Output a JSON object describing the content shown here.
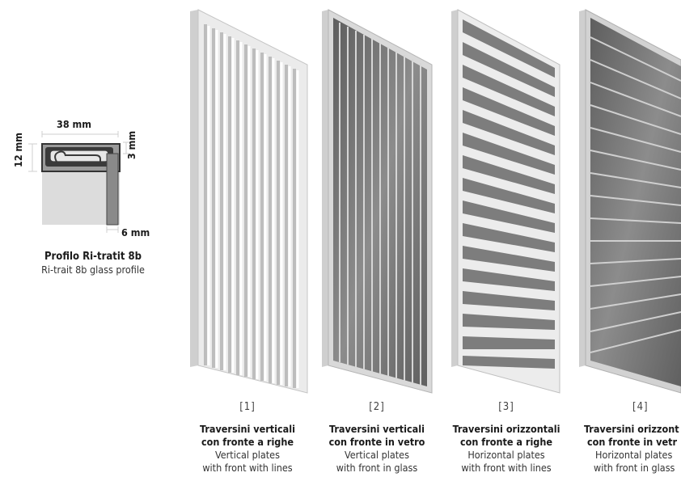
{
  "profile": {
    "width_label": "38 mm",
    "height_label": "12 mm",
    "depth_label": "3 mm",
    "glass_label": "6 mm",
    "title": "Profilo Ri-tratit 8b",
    "subtitle": "Ri-trait 8b glass profile"
  },
  "panels": [
    {
      "number": "[1]",
      "it_line1": "Traversini verticali",
      "it_line2": "con fronte a righe",
      "en_line1": "Vertical plates",
      "en_line2": "with front with lines",
      "style": "vertical-white"
    },
    {
      "number": "[2]",
      "it_line1": "Traversini verticali",
      "it_line2": "con fronte in vetro",
      "en_line1": "Vertical plates",
      "en_line2": "with front in glass",
      "style": "vertical-glass"
    },
    {
      "number": "[3]",
      "it_line1": "Traversini orizzontali",
      "it_line2": "con fronte a righe",
      "en_line1": "Horizontal plates",
      "en_line2": "with front with lines",
      "style": "horizontal-white"
    },
    {
      "number": "[4]",
      "it_line1": "Traversini orizzont",
      "it_line2": "con fronte in vetr",
      "en_line1": "Horizontal plates",
      "en_line2": "with front in glass",
      "style": "horizontal-glass"
    }
  ],
  "colors": {
    "frame_light": "#e4e4e4",
    "frame_edge": "#bdbdbd",
    "glass_dark": "#6e6e6e",
    "glass_mid": "#8a8a8a",
    "profile_dark": "#3a3a3a",
    "profile_fill": "#d9d9d9"
  }
}
